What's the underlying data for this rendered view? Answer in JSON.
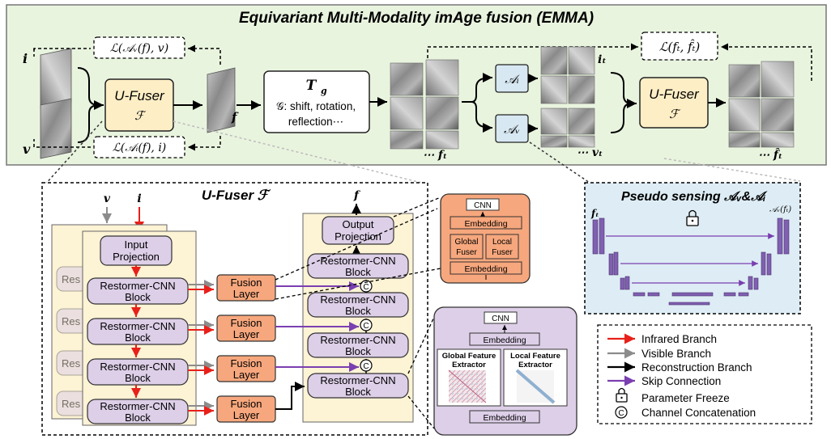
{
  "title": "Equivariant Multi-Modality imAge fusion (EMMA)",
  "top": {
    "input_i": "i",
    "input_v": "v",
    "loss_top": "ℒ(𝒜ᵥ(f), v)",
    "loss_bottom": "ℒ(𝒜ᵢ(f), i)",
    "loss_right": "ℒ(fₜ, f̂ₜ)",
    "ufuser1": "U-Fuser",
    "ufuser1_sym": "ℱ",
    "output_f": "f",
    "transform_title": "T",
    "transform_sub": "g",
    "transform_line1": "𝒢: shift, rotation,",
    "transform_line2": "reflection⋯",
    "ft_label": "⋯ fₜ",
    "Ai": "𝒜ᵢ",
    "Av": "𝒜ᵥ",
    "it_label": "iₜ",
    "vt_label": "⋯ vₜ",
    "ufuser2": "U-Fuser",
    "ufuser2_sym": "ℱ",
    "fhat_label": "⋯ f̂ₜ"
  },
  "ufuser_detail": {
    "title": "U-Fuser ℱ",
    "v_label": "v",
    "i_label": "i",
    "f_label": "f",
    "input_projection": [
      "Input",
      "Projection"
    ],
    "restormer_block": [
      "Restormer-CNN",
      "Block"
    ],
    "ghost_prefix": "Res",
    "fusion_layer": [
      "Fusion",
      "Layer"
    ],
    "output_projection": [
      "Output",
      "Projection"
    ],
    "concat_symbol": "C"
  },
  "fusion_zoom": {
    "cnn": "CNN",
    "embedding_top": "Embedding",
    "global_fuser": [
      "Global",
      "Fuser"
    ],
    "local_fuser": [
      "Local",
      "Fuser"
    ],
    "embedding_bottom": "Embedding"
  },
  "restormer_zoom": {
    "cnn": "CNN",
    "embedding_top": "Embedding",
    "global_extractor": [
      "Global Feature",
      "Extractor"
    ],
    "local_extractor": [
      "Local Feature",
      "Extractor"
    ],
    "embedding_bottom": "Embedding"
  },
  "pseudo": {
    "title": "Pseudo sensing 𝒜ᵥ&𝒜ᵢ",
    "in_label": "fₜ",
    "out_label": "𝒜ᵥ(fₜ)"
  },
  "legend": [
    {
      "label": "Infrared Branch",
      "color": "#e8201a"
    },
    {
      "label": "Visible Branch",
      "color": "#8c8c8c"
    },
    {
      "label": "Reconstruction Branch",
      "color": "#000000"
    },
    {
      "label": "Skip Connection",
      "color": "#7a3fb0"
    },
    {
      "label": "Parameter Freeze",
      "icon": "lock-icon"
    },
    {
      "label": "Channel Concatenation",
      "icon": "concat-icon"
    }
  ],
  "colors": {
    "top_panel": "#e9f4df",
    "ufuser_box": "#fdeec5",
    "ufuser_panel": "#fdf3d5",
    "block": "#ddcfe8",
    "fusion": "#f7a77d",
    "pseudo_panel": "#deedf5",
    "A_box": "#d8e8f2",
    "unet": "#8060b0"
  }
}
